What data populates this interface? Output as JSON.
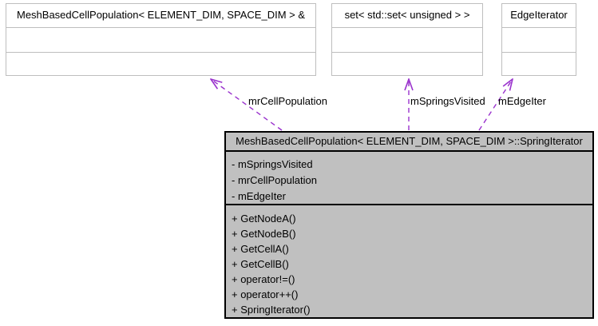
{
  "diagram": {
    "kind": "uml-collaboration-diagram",
    "nodes": {
      "cell_population_ref": {
        "title": "MeshBasedCellPopulation< ELEMENT_DIM, SPACE_DIM > &"
      },
      "springs_set": {
        "title": "set< std::set< unsigned > >"
      },
      "edge_iterator": {
        "title": "EdgeIterator"
      },
      "spring_iterator": {
        "title": "MeshBasedCellPopulation< ELEMENT_DIM, SPACE_DIM >::SpringIterator",
        "attributes": [
          "- mSpringsVisited",
          "- mrCellPopulation",
          "- mEdgeIter"
        ],
        "methods": [
          "+ GetNodeA()",
          "+ GetNodeB()",
          "+ GetCellA()",
          "+ GetCellB()",
          "+ operator!=()",
          "+ operator++()",
          "+ SpringIterator()"
        ]
      }
    },
    "edges": {
      "mrCellPopulation": {
        "label": "mrCellPopulation"
      },
      "mSpringsVisited": {
        "label": "mSpringsVisited"
      },
      "mEdgeIter": {
        "label": "mEdgeIter"
      }
    },
    "colors": {
      "edge_purple": "#9a32cd",
      "main_node_fill": "#c0c0c0",
      "main_node_border": "#000000",
      "ref_node_border": "#bebebe",
      "background": "#ffffff"
    }
  }
}
